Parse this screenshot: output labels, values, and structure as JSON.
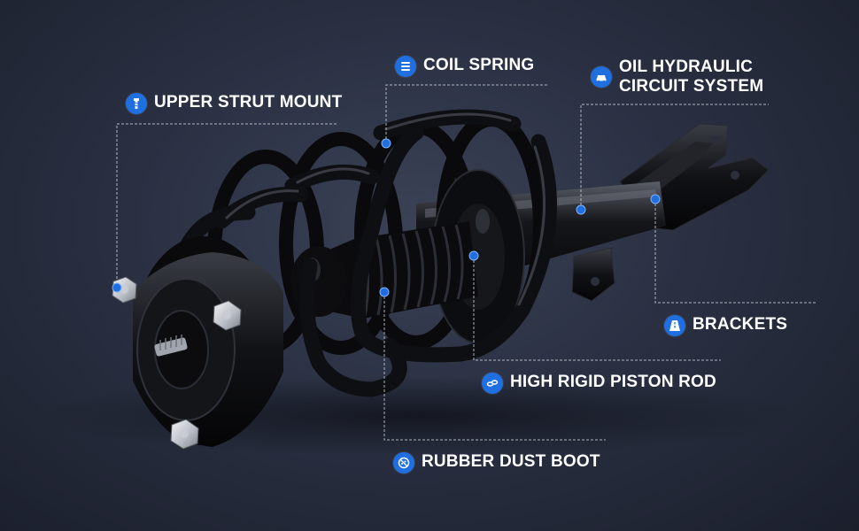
{
  "labels": {
    "upper_strut_mount": "UPPER STRUT MOUNT",
    "coil_spring": "COIL SPRING",
    "oil_hydraulic_line1": "OIL HYDRAULIC",
    "oil_hydraulic_line2": "CIRCUIT SYSTEM",
    "brackets": "BRACKETS",
    "high_rigid_piston_rod": "HIGH RIGID PISTON ROD",
    "rubber_dust_boot": "RUBBER DUST BOOT"
  },
  "icons": {
    "upper_strut_mount": "bolt-icon",
    "coil_spring": "spring-icon",
    "oil_hydraulic": "car-icon",
    "brackets": "road-icon",
    "high_rigid_piston_rod": "chain-icon",
    "rubber_dust_boot": "no-dust-icon"
  },
  "colors": {
    "accent": "#1f6fe0",
    "background": "#2a3042",
    "text": "#ffffff",
    "leader_line": "#c8ccd6"
  }
}
